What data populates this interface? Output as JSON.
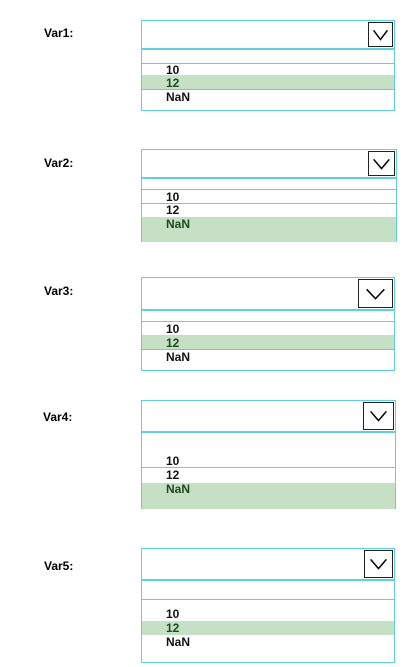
{
  "questions": [
    {
      "label": "Var1:",
      "selected": "",
      "options": [
        "10",
        "12",
        "NaN"
      ],
      "highlighted": "12"
    },
    {
      "label": "Var2:",
      "selected": "",
      "options": [
        "10",
        "12",
        "NaN"
      ],
      "highlighted": "NaN"
    },
    {
      "label": "Var3:",
      "selected": "",
      "options": [
        "10",
        "12",
        "NaN"
      ],
      "highlighted": "12"
    },
    {
      "label": "Var4:",
      "selected": "",
      "options": [
        "10",
        "12",
        "NaN"
      ],
      "highlighted": "NaN"
    },
    {
      "label": "Var5:",
      "selected": "",
      "options": [
        "10",
        "12",
        "NaN"
      ],
      "highlighted": "12"
    }
  ],
  "icons": {
    "dropdown": "chevron-down-icon"
  },
  "colors": {
    "border": "#5fd0dc",
    "highlight": "#c5e0c5",
    "highlight_text": "#1e4a1e"
  }
}
